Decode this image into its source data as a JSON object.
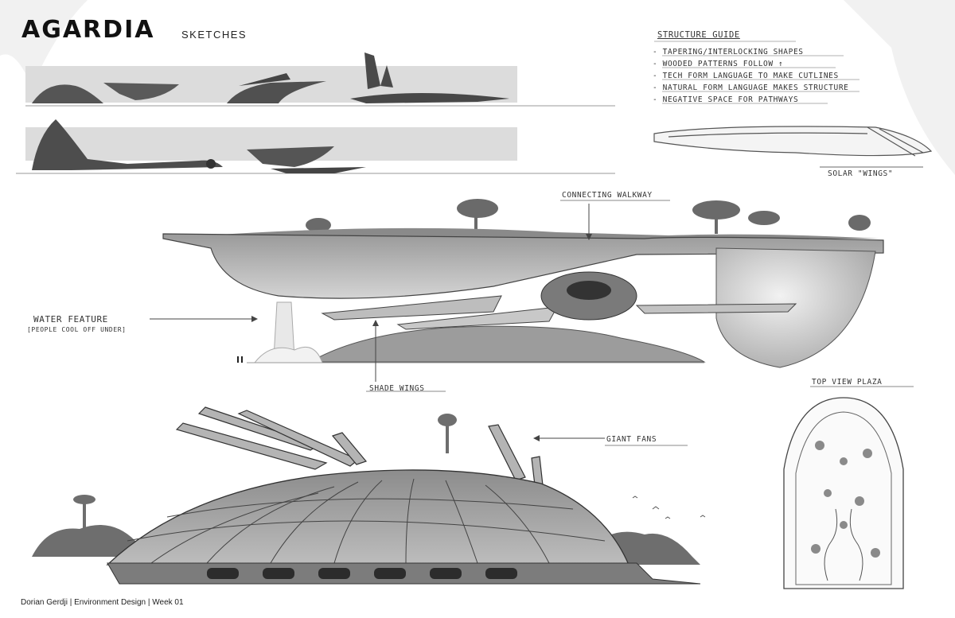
{
  "header": {
    "title": "AGARDIA",
    "subtitle": "SKETCHES"
  },
  "structure_guide": {
    "title": "STRUCTURE GUIDE",
    "items": [
      "- TAPERING/INTERLOCKING SHAPES",
      "- WOODED PATTERNS FOLLOW ↑",
      "- TECH FORM LANGUAGE TO MAKE CUTLINES",
      "- NATURAL FORM LANGUAGE MAKES STRUCTURE",
      "- NEGATIVE SPACE FOR PATHWAYS"
    ]
  },
  "annotations": {
    "solar_wings": "SOLAR \"WINGS\"",
    "connecting_walkway": "CONNECTING WALKWAY",
    "water_feature": "WATER FEATURE",
    "water_feature_note": "[PEOPLE COOL OFF UNDER]",
    "shade_wings": "SHADE WINGS",
    "top_view_plaza": "TOP VIEW PLAZA",
    "giant_fans": "GIANT FANS"
  },
  "footer": {
    "credit": "Dorian Gerdji | Environment Design | Week 01"
  }
}
